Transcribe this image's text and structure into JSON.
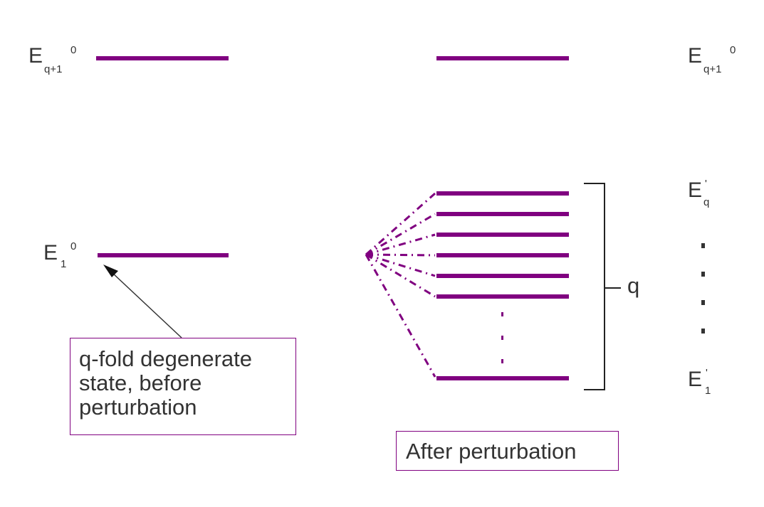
{
  "labels": {
    "upper_left": {
      "base": "E",
      "sub": "q+1",
      "sup": "0"
    },
    "upper_right": {
      "base": "E",
      "sub": "q+1",
      "sup": "0"
    },
    "lower_left": {
      "base": "E",
      "sub": "1",
      "sup": "0"
    },
    "split_top": {
      "base": "E",
      "sub": "q",
      "sup": "'"
    },
    "split_bottom": {
      "base": "E",
      "sub": "1",
      "sup": "'"
    },
    "bracket_label": "q"
  },
  "boxes": {
    "before": [
      "q-fold degenerate",
      "state, before",
      "perturbation"
    ],
    "after": "After perturbation"
  },
  "colors": {
    "level": "#800080",
    "box_border": "#800080",
    "text": "#333333",
    "arrow": "#333333"
  }
}
